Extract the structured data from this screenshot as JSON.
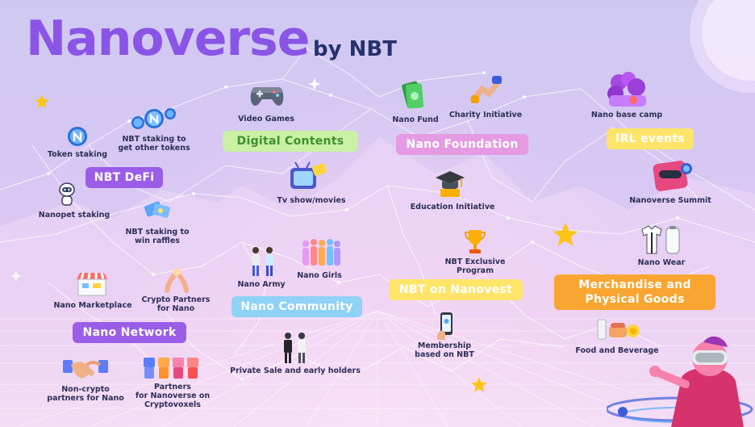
{
  "title": "Nanoverse",
  "subtitle": "by NBT",
  "colors": {
    "title_purple": "#8a55e6",
    "subtitle_navy": "#26306e",
    "purple": "#9b5de8",
    "green": "#c9f0a3",
    "pink": "#e59be3",
    "yellow": "#ffe46a",
    "blue": "#8ed2f5",
    "orange": "#f8a631"
  },
  "categories": {
    "defi": "NBT DeFi",
    "digital": "Digital Contents",
    "foundation": "Nano Foundation",
    "irl": "IRL events",
    "community": "Nano Community",
    "nanovest": "NBT on Nanovest",
    "merch_line1": "Merchandise and",
    "merch_line2": "Physical Goods",
    "network": "Nano Network"
  },
  "items": {
    "token_staking": "Token staking",
    "staking_other_1": "NBT staking to",
    "staking_other_2": "get other tokens",
    "nanopet": "Nanopet staking",
    "raffles_1": "NBT staking to",
    "raffles_2": "win raffles",
    "video_games": "Video Games",
    "tv_show": "Tv show/movies",
    "nano_fund": "Nano Fund",
    "charity": "Charity Initiative",
    "education": "Education Initiative",
    "base_camp": "Nano base camp",
    "summit": "Nanoverse Summit",
    "nano_army": "Nano Army",
    "nano_girls": "Nano Girls",
    "private_sale": "Private Sale and early holders",
    "exclusive_1": "NBT Exclusive",
    "exclusive_2": "Program",
    "membership_1": "Membership",
    "membership_2": "based on NBT",
    "nano_wear": "Nano Wear",
    "food": "Food and Beverage",
    "marketplace": "Nano Marketplace",
    "crypto_partners_1": "Crypto Partners",
    "crypto_partners_2": "for Nano",
    "noncrypto_1": "Non-crypto",
    "noncrypto_2": "partners for Nano",
    "cryptovoxels_1": "Partners",
    "cryptovoxels_2": "for Nanoverse on",
    "cryptovoxels_3": "Cryptovoxels"
  },
  "icons": [
    "token-coin-icon",
    "token-coins-icon",
    "nanopet-robot-icon",
    "raffle-tickets-icon",
    "gamepad-icon",
    "tv-icon",
    "money-bills-icon",
    "handshake-heart-icon",
    "graduation-cap-icon",
    "base-camp-icon",
    "vr-headset-icon",
    "army-people-icon",
    "girls-group-icon",
    "early-holders-icon",
    "trophy-icon",
    "phone-membership-icon",
    "clothing-icon",
    "food-icon",
    "market-stall-icon",
    "crypto-handshake-icon",
    "partner-handshake-icon",
    "avatars-group-icon",
    "star-icon",
    "vr-character-icon"
  ]
}
